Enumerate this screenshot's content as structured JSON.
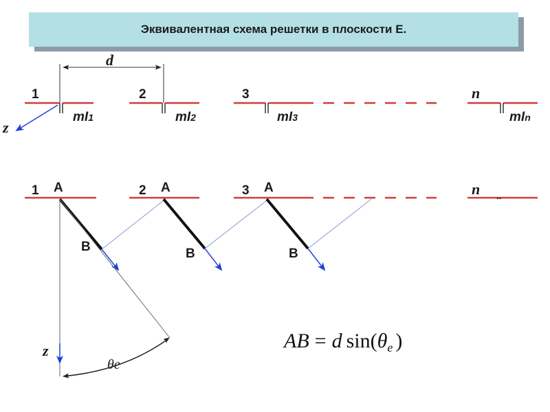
{
  "title": "Эквивалентная схема решетки в плоскости E.",
  "colors": {
    "line": "#d43a3a",
    "arrow": "#1f3fd9",
    "thin": "#8c96d2",
    "title_bg": "#b3dfe5"
  },
  "top_row": {
    "period_label": "d",
    "axis_label": "z",
    "elements": [
      {
        "index": "1",
        "source": "mI",
        "sub": "1"
      },
      {
        "index": "2",
        "source": "mI",
        "sub": "2"
      },
      {
        "index": "3",
        "source": "mI",
        "sub": "3"
      },
      {
        "index": "n",
        "source": "mI",
        "sub": "n"
      }
    ]
  },
  "bottom_row": {
    "elements": [
      {
        "index": "1",
        "point_a": "A",
        "point_b": "B"
      },
      {
        "index": "2",
        "point_a": "A",
        "point_b": "B"
      },
      {
        "index": "3",
        "point_a": "A",
        "point_b": "B"
      },
      {
        "index": "n",
        "dots": ".."
      }
    ],
    "axis_label": "z",
    "angle_label": "θe"
  },
  "formula": {
    "lhs": "AB",
    "eq": "=",
    "d": "d",
    "func": "sin(",
    "theta": "θ",
    "sub": "e",
    "close": ")"
  }
}
